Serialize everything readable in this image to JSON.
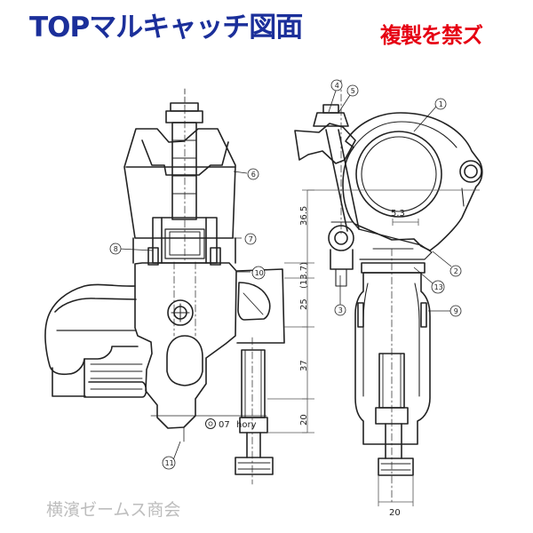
{
  "header": {
    "title": "TOPマルキャッチ図面",
    "warning": "複製を禁ズ"
  },
  "watermark": {
    "text": "横濱ゼームス商会"
  },
  "drawing": {
    "callouts": [
      "1",
      "2",
      "3",
      "4",
      "5",
      "6",
      "7",
      "8",
      "9",
      "10",
      "11",
      "13"
    ],
    "dimensions": [
      "36.5",
      "5.3",
      "(13.7)",
      "25",
      "37",
      "20",
      "20"
    ],
    "stamp_number": "07",
    "stamp_brand": "hory"
  },
  "colors": {
    "title": "#1b2f9a",
    "warning": "#e60012",
    "watermark": "#bdbdbd",
    "line": "#222222",
    "dimension_line": "#555555"
  }
}
